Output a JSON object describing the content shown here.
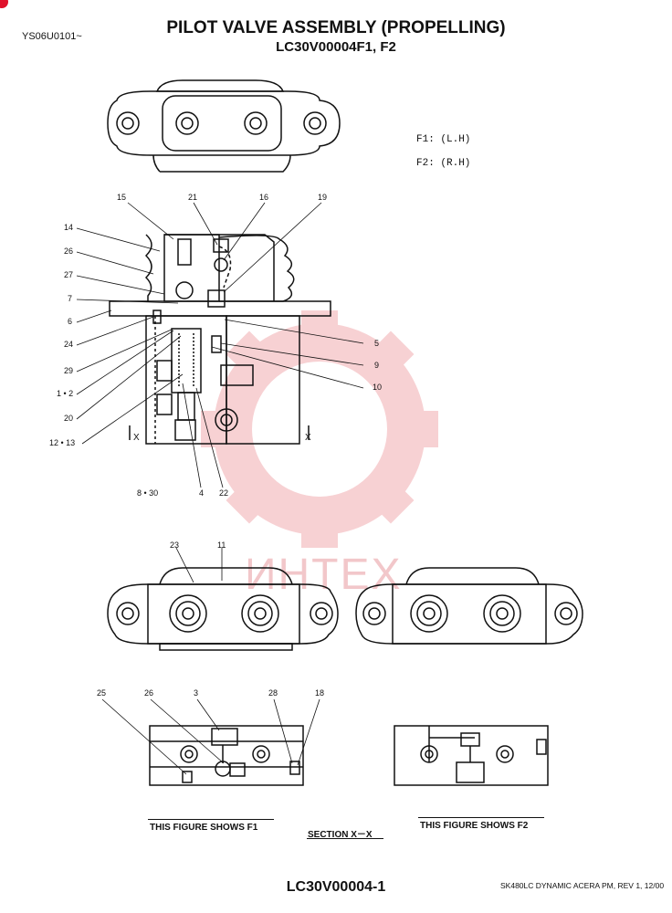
{
  "header": {
    "doc_code": "YS06U0101~",
    "title": "PILOT VALVE ASSEMBLY (PROPELLING)",
    "subtitle": "LC30V00004F1, F2"
  },
  "notes": {
    "f1": "F1: (L.H)",
    "f2": "F2: (R.H)"
  },
  "callouts": {
    "c15": "15",
    "c21": "21",
    "c16": "16",
    "c19": "19",
    "c14": "14",
    "c26": "26",
    "c27": "27",
    "c7": "7",
    "c6": "6",
    "c24": "24",
    "c29": "29",
    "c12": "1 • 2",
    "c20": "20",
    "c1213": "12 • 13",
    "c5": "5",
    "c9": "9",
    "c10": "10",
    "x_left": "X",
    "x_right": "X",
    "c830": "8 • 30",
    "c4": "4",
    "c22": "22",
    "c23": "23",
    "c11": "11",
    "c25": "25",
    "c26b": "26",
    "c3": "3",
    "c28": "28",
    "c18": "18"
  },
  "captions": {
    "f1_caption": "THIS FIGURE SHOWS   F1",
    "section": "SECTION  X－X",
    "f2_caption": "THIS FIGURE SHOWS   F2"
  },
  "watermark": {
    "text": "ИНТЕХ",
    "color": "#f2b8bc"
  },
  "footer": {
    "code": "LC30V00004-1",
    "revision": "SK480LC DYNAMIC ACERA PM, REV 1, 12/00"
  },
  "colors": {
    "line": "#111111",
    "accent": "#e0112b"
  }
}
